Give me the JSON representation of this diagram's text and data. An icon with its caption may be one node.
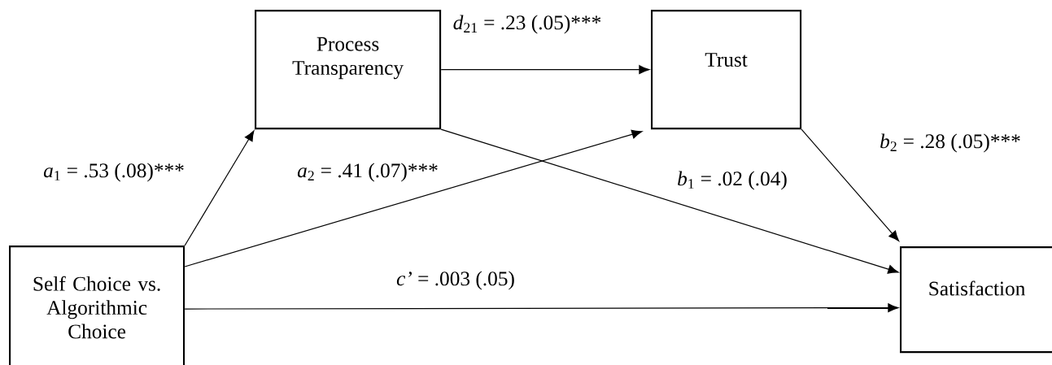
{
  "diagram": {
    "nodes": [
      {
        "text": [
          "Self Choice vs. Algorithmic Choice"
        ]
      },
      {
        "text": [
          "Process Transparency"
        ]
      },
      {
        "text": [
          "Trust"
        ]
      },
      {
        "text": [
          "Satisfaction"
        ]
      }
    ],
    "edges": [
      {
        "from": 0,
        "to": 1,
        "arrow": "to",
        "label": "*a*$_{1}$ = .53 (.08)***"
      },
      {
        "from": 1,
        "to": 2,
        "arrow": "to",
        "label": "*d*$_{21}$ = .23 (.05)***"
      },
      {
        "from": 0,
        "to": 2,
        "arrow": "to",
        "label": "*a*$_{2}$ = .41 (.07)***"
      },
      {
        "from": 1,
        "to": 3,
        "arrow": "to",
        "label": "*b*$_{1}$ = .02 (.04)"
      },
      {
        "from": 2,
        "to": 3,
        "arrow": "to",
        "label": "*b*$_{2}$ = .28 (.05)***"
      },
      {
        "from": 0,
        "to": 3,
        "arrow": "to",
        "label": "*c’* = .003 (.05)"
      }
    ]
  }
}
